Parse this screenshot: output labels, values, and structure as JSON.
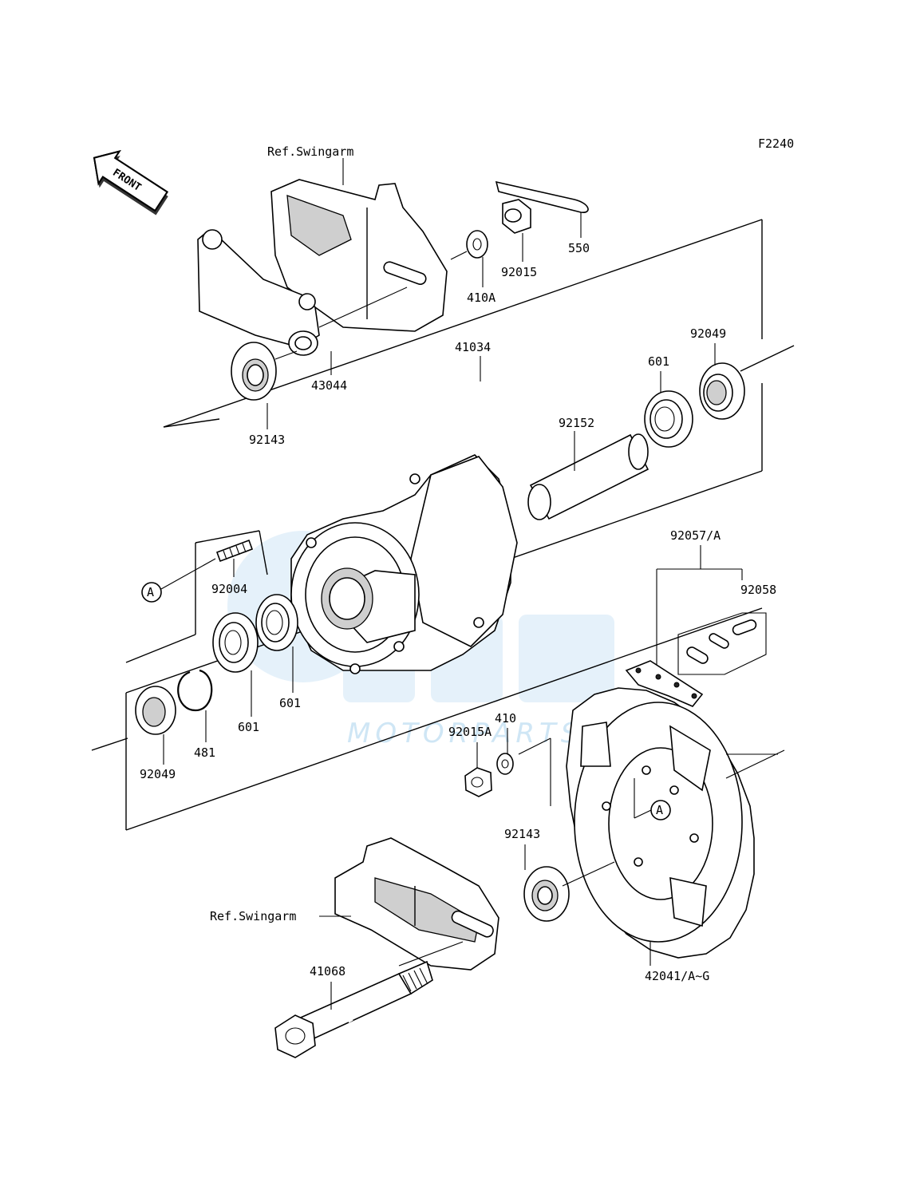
{
  "diagram": {
    "code": "F2240",
    "front_label": "FRONT",
    "watermark": {
      "main": "OEM",
      "sub": "MOTORPARTS"
    },
    "refs": {
      "swingarm_top": "Ref.Swingarm",
      "swingarm_bottom": "Ref.Swingarm"
    },
    "callouts": {
      "p550": "550",
      "p92015": "92015",
      "p410A": "410A",
      "p43044": "43044",
      "p92143_top": "92143",
      "p41034": "41034",
      "p92049_top": "92049",
      "p601_top": "601",
      "p92152": "92152",
      "p92057A": "92057/A",
      "p92058": "92058",
      "p92004": "92004",
      "pA_left": "A",
      "p601_mid": "601",
      "p601_low": "601",
      "p481": "481",
      "p92049_bottom": "92049",
      "p410": "410",
      "p92015A": "92015A",
      "pA_right": "A",
      "p92143_bottom": "92143",
      "p41068": "41068",
      "p42041": "42041/A~G"
    }
  }
}
